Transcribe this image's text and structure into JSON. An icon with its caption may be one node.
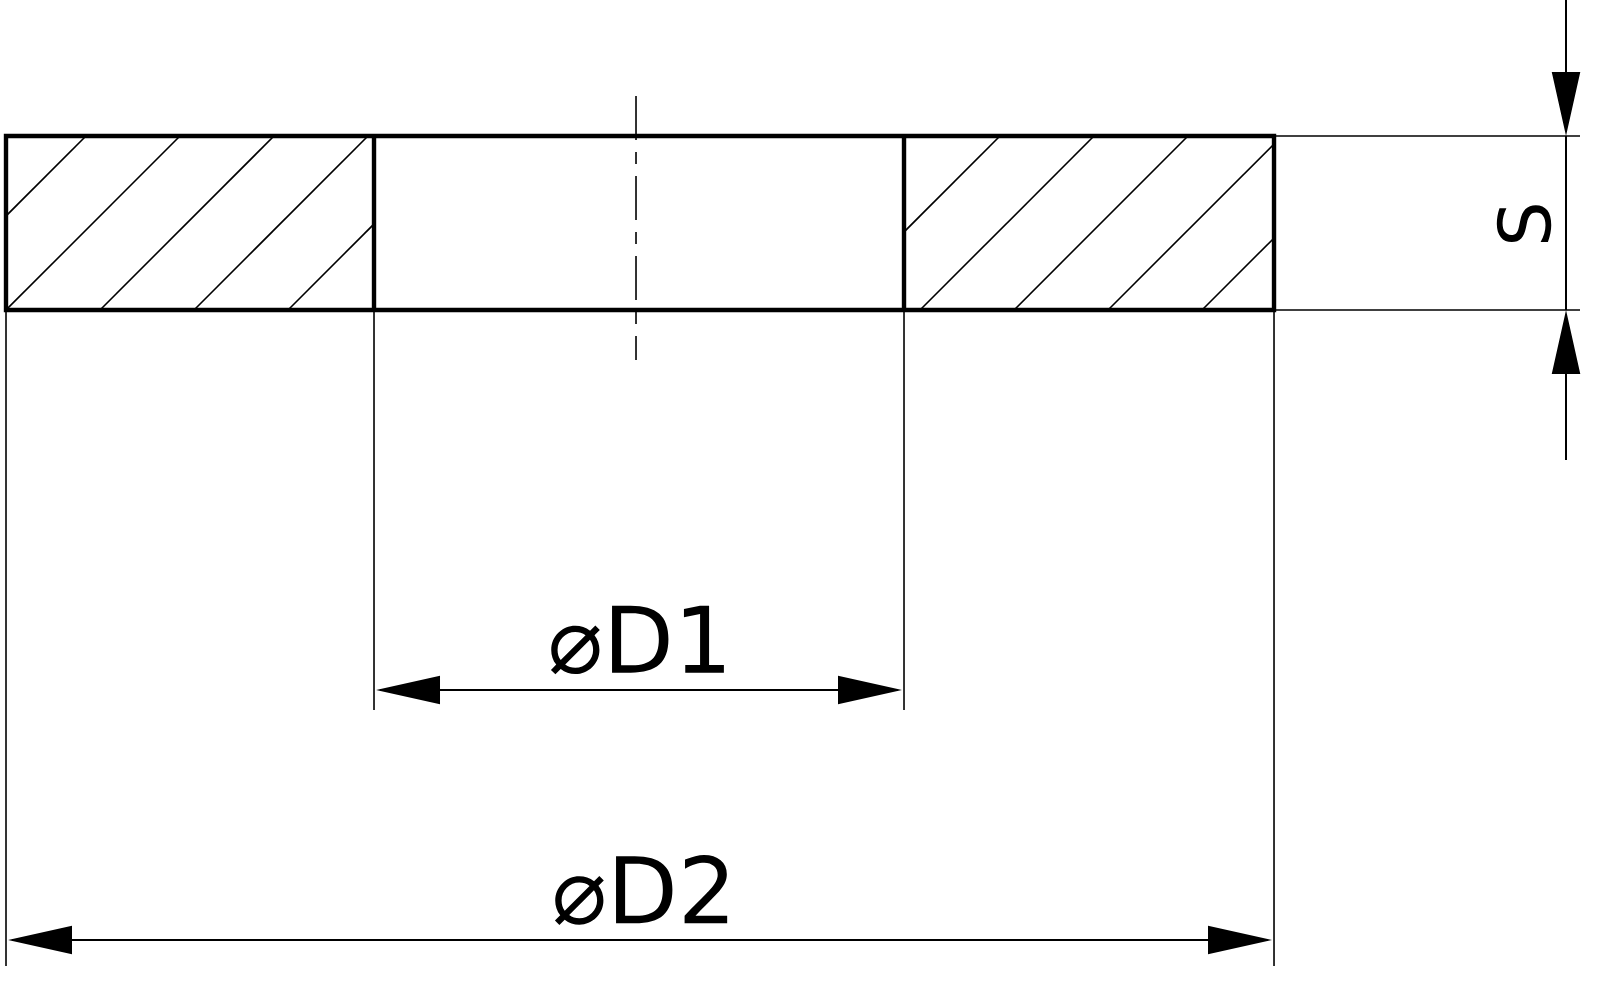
{
  "diagram": {
    "labels": [
      "⌀D1",
      "⌀D2",
      "S"
    ]
  }
}
